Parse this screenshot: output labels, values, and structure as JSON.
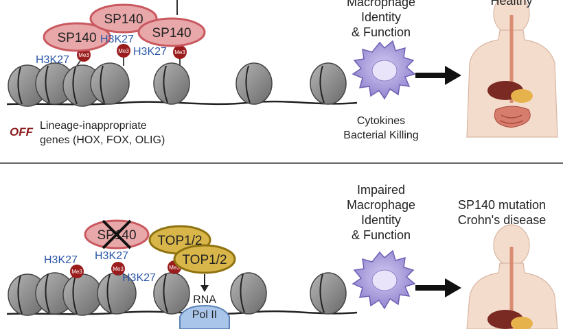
{
  "top_panel": {
    "protein_label": "SP140",
    "histone_mark": "H3K27",
    "methyl_mark": "Me3",
    "off_label": "OFF",
    "genes_line1": "Lineage-inappropriate",
    "genes_line2": "genes (HOX, FOX, OLIG)",
    "macrophage_line1": "Macrophage",
    "macrophage_line2": "Identity",
    "macrophage_line3": "& Function",
    "cytokines_line1": "Cytokines",
    "cytokines_line2": "Bacterial Killing",
    "outcome": "Healthy"
  },
  "bottom_panel": {
    "protein_label": "SP140",
    "histone_mark": "H3K27",
    "methyl_mark": "Me3",
    "top_label": "TOP1/2",
    "rna_label": "RNA",
    "pol_label": "Pol II",
    "impaired_line1": "Impaired",
    "impaired_line2": "Macrophage",
    "impaired_line3": "Identity",
    "impaired_line4": "& Function",
    "outcome_line1": "SP140 mutation",
    "outcome_line2": "Crohn's disease"
  },
  "colors": {
    "sp140_fill": "#e8a8aa",
    "sp140_stroke": "#c9585f",
    "top_fill": "#d9b64a",
    "top_stroke": "#8f7210",
    "nucleosome": "#8a8a8a",
    "macrophage": "#a89bd8",
    "mark_blue": "#2b56a8",
    "methyl_red": "#9b1c1c",
    "pol_fill": "#a9c6ea",
    "divider": "#333333"
  }
}
